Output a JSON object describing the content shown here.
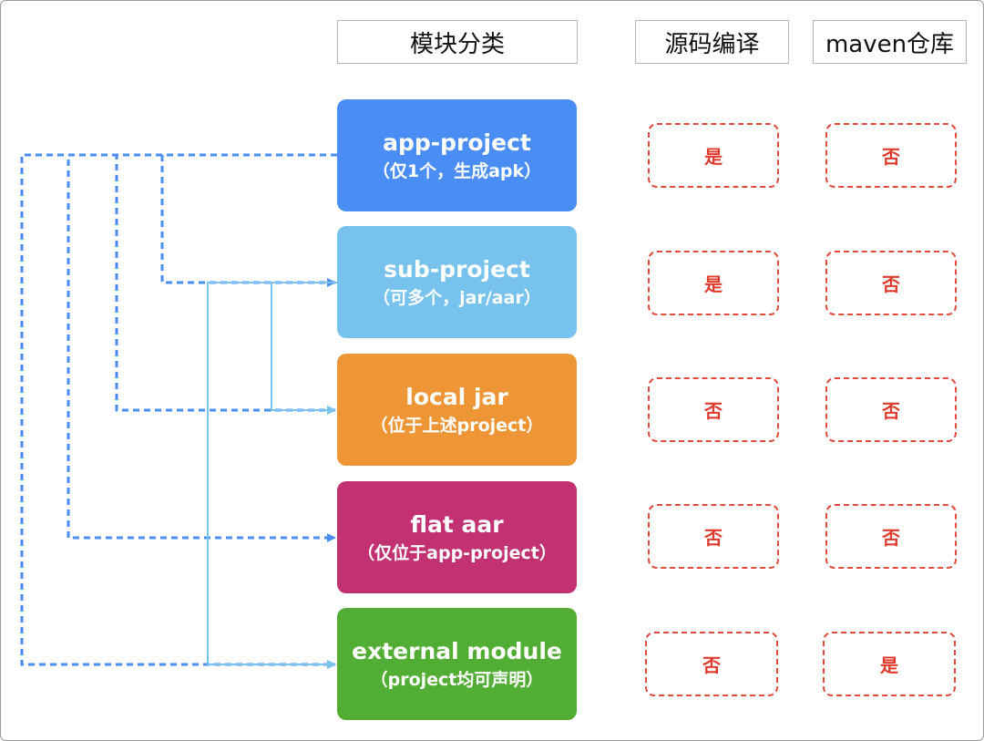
{
  "headers": {
    "category": "模块分类",
    "source_compile": "源码编译",
    "maven_repo": "maven仓库"
  },
  "modules": [
    {
      "name": "app-project",
      "desc": "（仅1个，生成apk）",
      "color": "#4a8ef5",
      "source_compile": "是",
      "maven_repo": "否"
    },
    {
      "name": "sub-project",
      "desc": "（可多个，jar/aar）",
      "color": "#78c2ee",
      "source_compile": "是",
      "maven_repo": "否"
    },
    {
      "name": "local jar",
      "desc": "（位于上述project）",
      "color": "#ee9636",
      "source_compile": "否",
      "maven_repo": "否"
    },
    {
      "name": "flat aar",
      "desc": "（仅位于app-project）",
      "color": "#c23171",
      "source_compile": "否",
      "maven_repo": "否"
    },
    {
      "name": "external module",
      "desc": "（project均可声明）",
      "color": "#51ad33",
      "source_compile": "否",
      "maven_repo": "是"
    }
  ],
  "colors": {
    "app_dependency_line": "#4a8ef5",
    "sub_dependency_line": "#78c2ee",
    "cell_border": "#e24b3b"
  }
}
